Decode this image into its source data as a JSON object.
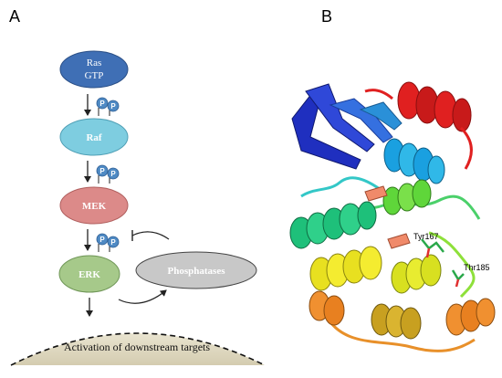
{
  "panels": {
    "a": "A",
    "b": "B"
  },
  "cascade": {
    "ras_line1": "Ras",
    "ras_line2": "GTP",
    "raf": "Raf",
    "mek": "MEK",
    "erk": "ERK",
    "phosphatases": "Phosphatases",
    "downstream": "Activation of downstream targets",
    "phospho_label": "P"
  },
  "structure": {
    "residue_1": "Tyr167",
    "residue_2": "Thr185"
  },
  "colors": {
    "ras": "#3f6fb5",
    "raf": "#7ecde0",
    "mek": "#dc8a89",
    "erk": "#a6c98a",
    "phosphatases": "#c8c8c8",
    "phospho_circle": "#4f8ac4",
    "dome": "#ddd7c0"
  }
}
